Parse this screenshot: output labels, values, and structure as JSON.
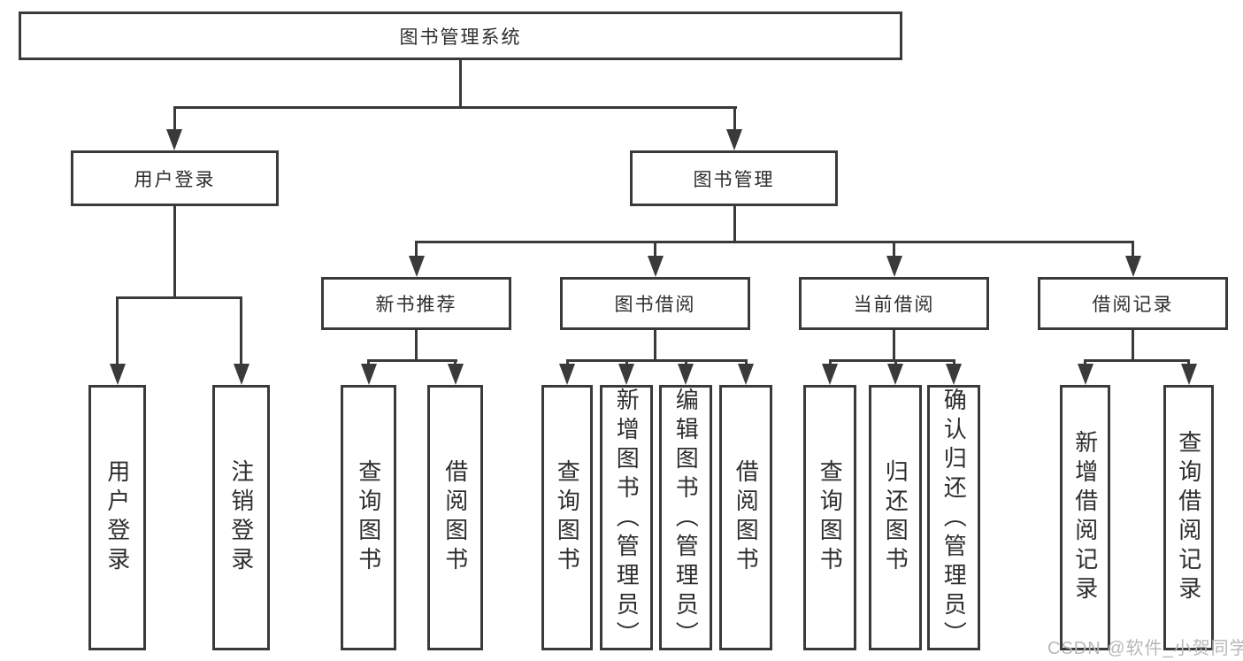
{
  "colors": {
    "line": "#3a3a3a",
    "text": "#2d2d2d",
    "watermark": "#b8b8b8",
    "box_bg": "#ffffff"
  },
  "nodes": {
    "root": {
      "label": "图书管理系统"
    },
    "user_login": {
      "label": "用户登录"
    },
    "book_management": {
      "label": "图书管理"
    },
    "new_book_recommend": {
      "label": "新书推荐"
    },
    "book_borrow": {
      "label": "图书借阅"
    },
    "current_borrow": {
      "label": "当前借阅"
    },
    "borrow_records": {
      "label": "借阅记录"
    }
  },
  "leaves": {
    "user_login": [
      {
        "label": "用户登录"
      },
      {
        "label": "注销登录"
      }
    ],
    "new_book_recommend": [
      {
        "label": "查询图书"
      },
      {
        "label": "借阅图书"
      }
    ],
    "book_borrow": [
      {
        "label": "查询图书"
      },
      {
        "label": "新增图书（管理员）"
      },
      {
        "label": "编辑图书（管理员）"
      },
      {
        "label": "借阅图书"
      }
    ],
    "current_borrow": [
      {
        "label": "查询图书"
      },
      {
        "label": "归还图书"
      },
      {
        "label": "确认归还（管理员）"
      }
    ],
    "borrow_records": [
      {
        "label": "新增借阅记录"
      },
      {
        "label": "查询借阅记录"
      }
    ]
  },
  "watermark": {
    "text": "CSDN @软件_小贺同学"
  }
}
